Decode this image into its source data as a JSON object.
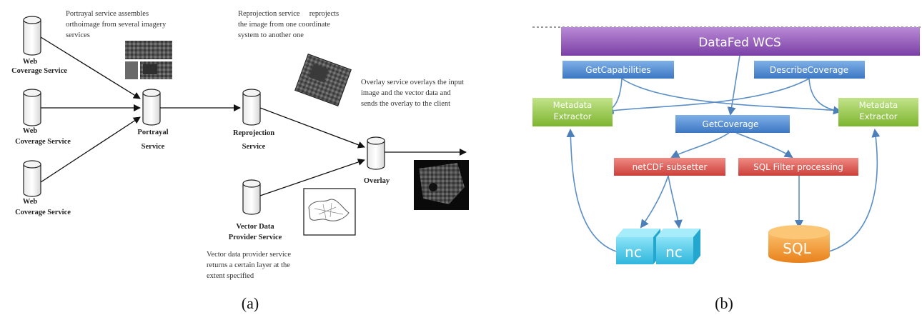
{
  "panel_a": {
    "caption": "(a)",
    "notes": {
      "portrayal": [
        "Portrayal service assembles",
        "orthoimage from several imagery",
        "services"
      ],
      "reprojection": [
        "Reprojection service     reprojects",
        "the image from one coordinate",
        "system to another one"
      ],
      "overlay": [
        "Overlay service overlays the input",
        "image and the vector data and",
        "sends the overlay to the client"
      ],
      "vector": [
        "Vector data provider service",
        "returns a certain layer at the",
        "extent specified"
      ]
    },
    "nodes": {
      "wcs1": [
        "Web",
        "Coverage Service"
      ],
      "wcs2": [
        "Web",
        "Coverage Service"
      ],
      "wcs3": [
        "Web",
        "Coverage Service"
      ],
      "portrayal": [
        "Portrayal",
        "Service"
      ],
      "reprojection": [
        "Reprojection",
        "Service"
      ],
      "overlay": [
        "Overlay"
      ],
      "vector": [
        "Vector Data",
        "Provider Service"
      ]
    }
  },
  "panel_b": {
    "caption": "(b)",
    "header": "DataFed WCS",
    "ops": {
      "getcapabilities": "GetCapabilities",
      "describecoverage": "DescribeCoverage",
      "getcoverage": "GetCoverage"
    },
    "extractor_left": [
      "Metadata",
      "Extractor"
    ],
    "extractor_right": [
      "Metadata",
      "Extractor"
    ],
    "processors": {
      "netcdf": "netCDF subsetter",
      "sql_filter": "SQL Filter processing"
    },
    "stores": {
      "nc1": "nc",
      "nc2": "nc",
      "sql": "SQL"
    }
  },
  "colors": {
    "header_purple": "#8f4fb8",
    "op_blue": "#4a86cf",
    "extractor_green": "#8dc63f",
    "proc_red": "#d9534f",
    "nc_cyan": "#3fc7e8",
    "sql_orange": "#f39a2b",
    "arrow_blue": "#5b8fc6"
  }
}
